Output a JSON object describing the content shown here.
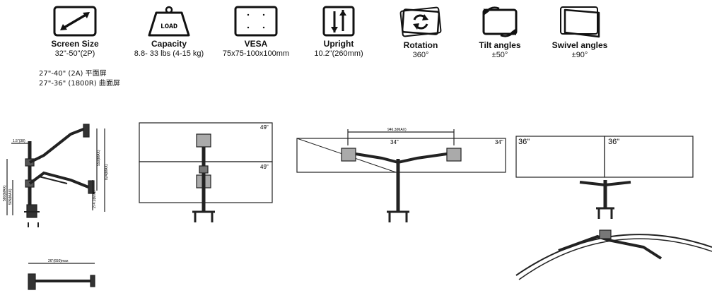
{
  "specs": [
    {
      "icon": "screen-size-icon",
      "label": "Screen Size",
      "value": "32\"-50\"(2P)"
    },
    {
      "icon": "weight-icon",
      "label": "Capacity",
      "value": "8.8- 33 lbs (4-15 kg)",
      "icon_text": "LOAD"
    },
    {
      "icon": "vesa-icon",
      "label": "VESA",
      "value": "75x75-100x100mm"
    },
    {
      "icon": "upright-icon",
      "label": "Upright",
      "value": "10.2\"(260mm)"
    },
    {
      "icon": "rotation-icon",
      "label": "Rotation",
      "value": "360°"
    },
    {
      "icon": "tilt-icon",
      "label": "Tilt angles",
      "value": "±50°"
    },
    {
      "icon": "swivel-icon",
      "label": "Swivel angles",
      "value": "±90°"
    }
  ],
  "screen_size_extra": [
    "27\"-40\" (2A) 平面屏",
    "27\"-36\" (1800R) 曲面屏"
  ],
  "side_diagram": {
    "dim_top": "1.5\"(38)",
    "dim_580": "580(MAX)",
    "dim_550": "550(MAX)",
    "dim_505": "505(MAX)",
    "dim_824": "824(MAX)",
    "dim_274": "274.2(MIN)",
    "dim_bottom": "26\"(650)max"
  },
  "stacked_diagram": {
    "top_size": "49\"",
    "bottom_size": "49\""
  },
  "side_by_side_diagram": {
    "width": "946.3(MAX)",
    "left_size": "34\"",
    "right_size": "34\""
  },
  "dual_diagram": {
    "left_size": "36\"",
    "right_size": "36\""
  }
}
